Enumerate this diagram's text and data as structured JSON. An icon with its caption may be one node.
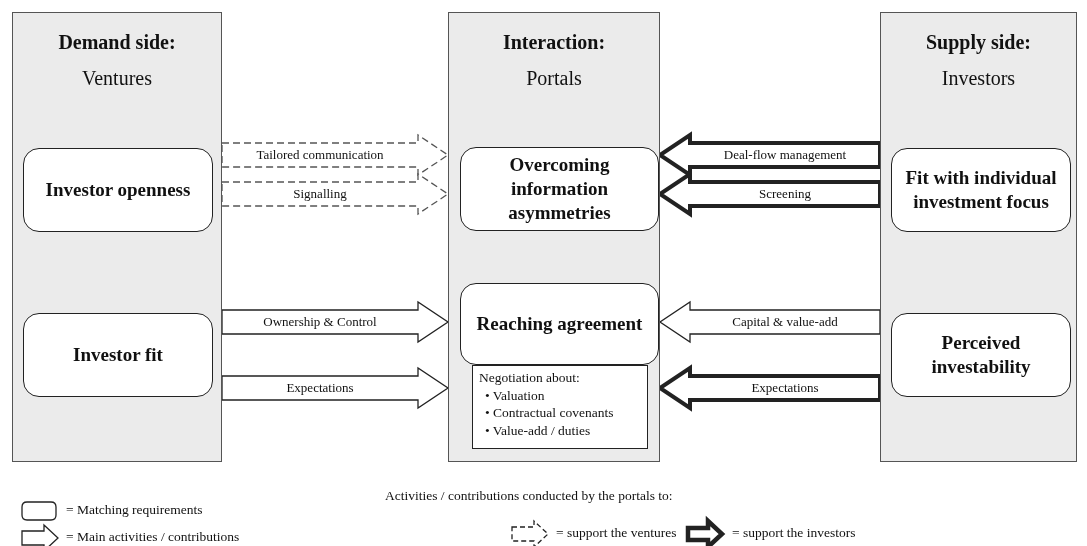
{
  "diagram": {
    "nodes": [
      {
        "text": [
          "Demand side:",
          "Ventures"
        ]
      },
      {
        "text": [
          "Investor openness"
        ],
        "in": 0
      },
      {
        "text": [
          "Investor fit"
        ],
        "in": 0
      },
      {
        "text": [
          "Interaction:",
          "Portals"
        ]
      },
      {
        "text": [
          "Overcoming information asymmetries"
        ],
        "in": 3
      },
      {
        "text": [
          "Reaching agreement"
        ],
        "in": 3
      },
      {
        "text": [
          "Negotiation about:",
          "• Valuation",
          "• Contractual covenants",
          "• Value-add / duties"
        ],
        "in": 3
      },
      {
        "text": [
          "Supply side:",
          "Investors"
        ]
      },
      {
        "text": [
          "Fit with individual investment focus"
        ],
        "in": 7
      },
      {
        "text": [
          "Perceived investability"
        ],
        "in": 7
      }
    ],
    "edges": [
      {
        "from": 0,
        "to": 3,
        "arrow": "to",
        "label": "Tailored communication",
        "style": "dashed"
      },
      {
        "from": 0,
        "to": 3,
        "arrow": "to",
        "label": "Signalling",
        "style": "dashed"
      },
      {
        "from": 0,
        "to": 3,
        "arrow": "to",
        "label": "Ownership & Control"
      },
      {
        "from": 0,
        "to": 3,
        "arrow": "to",
        "label": "Expectations"
      },
      {
        "from": 7,
        "to": 3,
        "arrow": "to",
        "label": "Deal-flow management",
        "style": "thick"
      },
      {
        "from": 7,
        "to": 3,
        "arrow": "to",
        "label": "Screening",
        "style": "thick"
      },
      {
        "from": 7,
        "to": 3,
        "arrow": "to",
        "label": "Capital & value-add"
      },
      {
        "from": 7,
        "to": 3,
        "arrow": "to",
        "label": "Expectations",
        "style": "thick"
      }
    ],
    "labels": [
      "Activities / contributions conducted by the portals to:"
    ],
    "legend": [
      {
        "text": "= Matching requirements"
      },
      {
        "text": "= Main activities / contributions"
      },
      {
        "text": "= support the ventures"
      },
      {
        "text": "= support the investors"
      }
    ]
  }
}
